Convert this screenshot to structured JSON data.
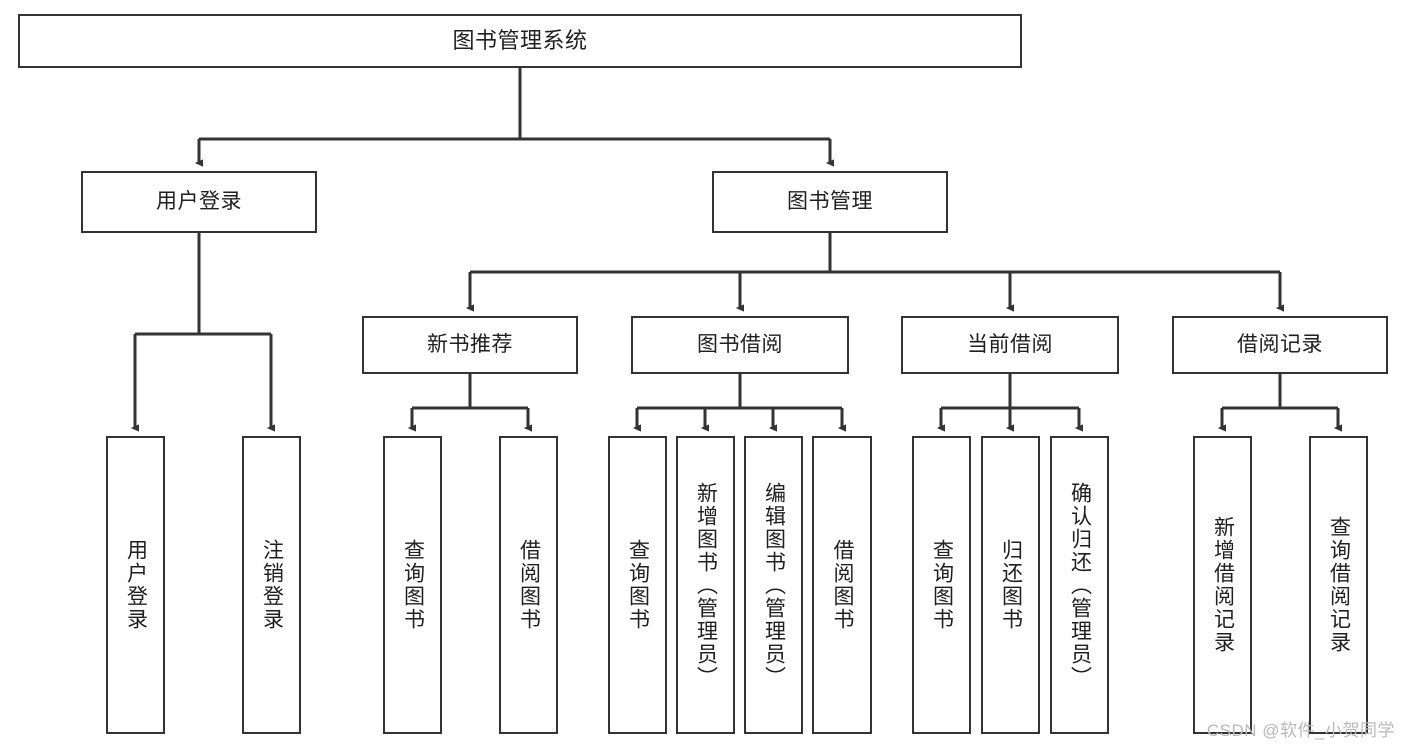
{
  "diagram": {
    "title": "图书管理系统",
    "type": "hierarchy-tree",
    "line_color": "#333333",
    "box_fill": "#ffffff",
    "text_color": "#1f1f1f",
    "root": {
      "id": "root",
      "label": "图书管理系统"
    },
    "level1": [
      {
        "id": "user-login",
        "label": "用户登录"
      },
      {
        "id": "book-manage",
        "label": "图书管理"
      }
    ],
    "level2": [
      {
        "id": "new-book-rec",
        "label": "新书推荐"
      },
      {
        "id": "book-borrow",
        "label": "图书借阅"
      },
      {
        "id": "current-borrow",
        "label": "当前借阅"
      },
      {
        "id": "borrow-record",
        "label": "借阅记录"
      }
    ],
    "leaves": {
      "user_login": [
        {
          "id": "leaf-user-login",
          "label": "用户登录"
        },
        {
          "id": "leaf-logout",
          "label": "注销登录"
        }
      ],
      "new_book_rec": [
        {
          "id": "leaf-query-book-1",
          "label": "查询图书"
        },
        {
          "id": "leaf-borrow-book-1",
          "label": "借阅图书"
        }
      ],
      "book_borrow": [
        {
          "id": "leaf-query-book-2",
          "label": "查询图书"
        },
        {
          "id": "leaf-add-book",
          "label": "新增图书（管理员）"
        },
        {
          "id": "leaf-edit-book",
          "label": "编辑图书（管理员）"
        },
        {
          "id": "leaf-borrow-book-2",
          "label": "借阅图书"
        }
      ],
      "current_borrow": [
        {
          "id": "leaf-query-book-3",
          "label": "查询图书"
        },
        {
          "id": "leaf-return-book",
          "label": "归还图书"
        },
        {
          "id": "leaf-confirm-return",
          "label": "确认归还（管理员）"
        }
      ],
      "borrow_record": [
        {
          "id": "leaf-add-record",
          "label": "新增借阅记录"
        },
        {
          "id": "leaf-query-record",
          "label": "查询借阅记录"
        }
      ]
    }
  },
  "watermark": {
    "text": "CSDN @软件_小贺同学"
  }
}
